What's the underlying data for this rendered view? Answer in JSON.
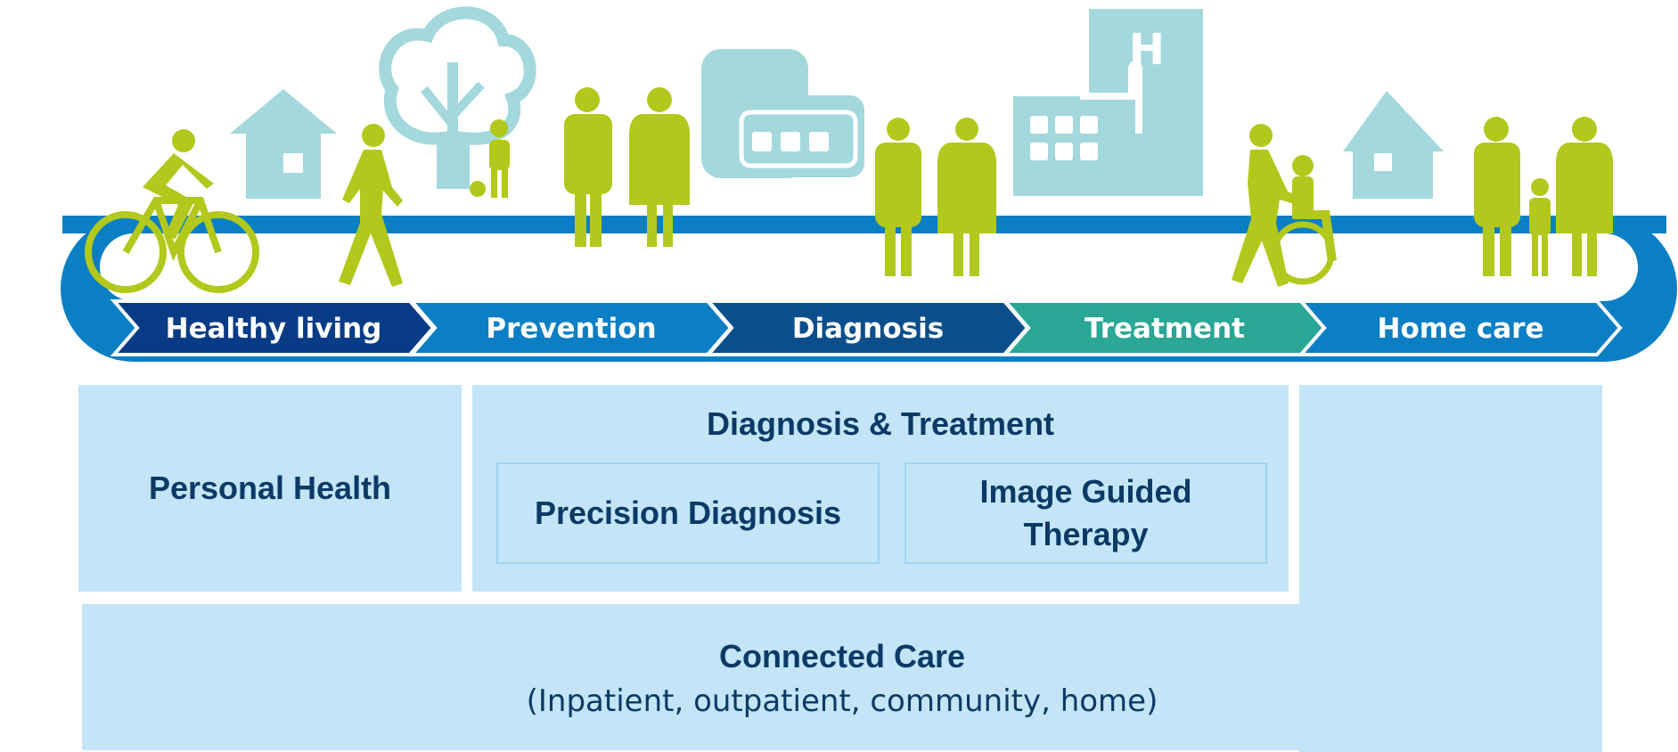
{
  "journey": {
    "stages": [
      {
        "label": "Healthy living",
        "color": "#073b85"
      },
      {
        "label": "Prevention",
        "color": "#0b7fc4"
      },
      {
        "label": "Diagnosis",
        "color": "#0a4f8c"
      },
      {
        "label": "Treatment",
        "color": "#2aa796"
      },
      {
        "label": "Home care",
        "color": "#0b7fc4"
      }
    ],
    "hospital_sign": "H"
  },
  "boxes": {
    "personal_health": "Personal Health",
    "diagnosis_treatment": "Diagnosis & Treatment",
    "precision_diagnosis": "Precision Diagnosis",
    "image_guided_therapy": "Image Guided Therapy",
    "connected_care": "Connected Care",
    "connected_care_sub": "(Inpatient, outpatient, community, home)"
  },
  "colors": {
    "lime": "#b2c81c",
    "building": "#a3d8dc",
    "box": "#c3e5f7",
    "text": "#0b3a66"
  }
}
